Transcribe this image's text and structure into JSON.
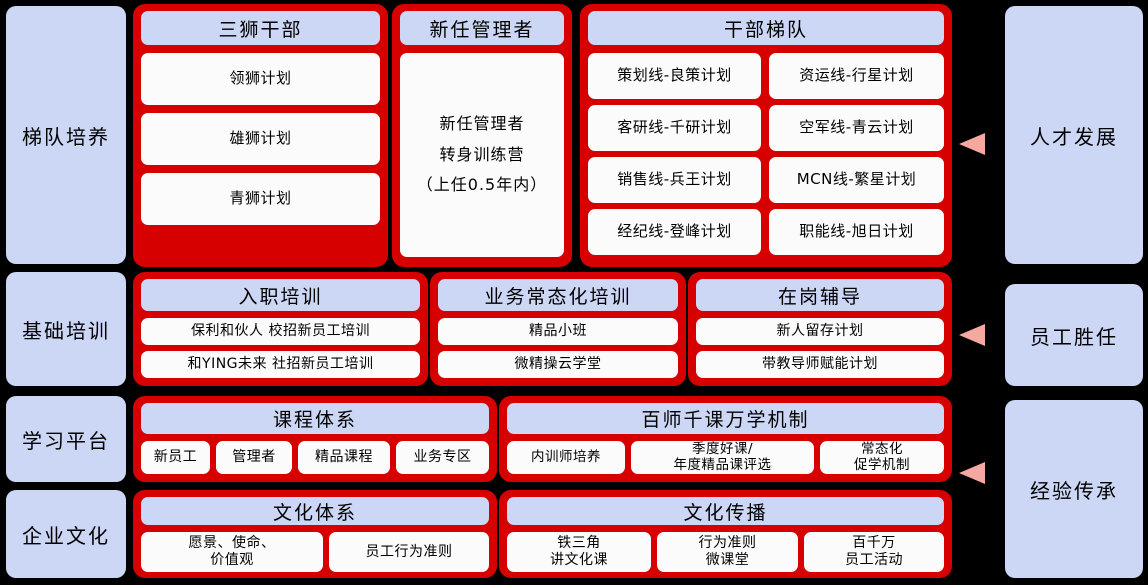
{
  "left_column": [
    {
      "label": "梯队培养"
    },
    {
      "label": "基础培训"
    },
    {
      "label": "学习平台"
    },
    {
      "label": "企业文化"
    }
  ],
  "right_column": [
    {
      "label": "人才发展"
    },
    {
      "label": "员工胜任"
    },
    {
      "label": "经验传承"
    }
  ],
  "row1": {
    "groups": [
      {
        "title": "三狮干部",
        "items": [
          "领狮计划",
          "雄狮计划",
          "青狮计划"
        ]
      },
      {
        "title": "新任管理者",
        "items": [
          "新任管理者\n转身训练营\n（上任0.5年内）"
        ]
      },
      {
        "title": "干部梯队",
        "items_left": [
          "策划线-良策计划",
          "客研线-千研计划",
          "销售线-兵王计划",
          "经纪线-登峰计划"
        ],
        "items_right": [
          "资运线-行星计划",
          "空军线-青云计划",
          "MCN线-繁星计划",
          "职能线-旭日计划"
        ]
      }
    ]
  },
  "row2": {
    "groups": [
      {
        "title": "入职培训",
        "items": [
          "保利和伙人 校招新员工培训",
          "和YING未来 社招新员工培训"
        ]
      },
      {
        "title": "业务常态化培训",
        "items": [
          "精品小班",
          "微精操云学堂"
        ]
      },
      {
        "title": "在岗辅导",
        "items": [
          "新人留存计划",
          "带教导师赋能计划"
        ]
      }
    ]
  },
  "row3": {
    "groups": [
      {
        "title": "课程体系",
        "items": [
          "新员工",
          "管理者",
          "精品课程",
          "业务专区"
        ]
      },
      {
        "title": "百师千课万学机制",
        "items": [
          "内训师培养",
          "季度好课/\n年度精品课评选",
          "常态化\n促学机制"
        ]
      }
    ]
  },
  "row4": {
    "groups": [
      {
        "title": "文化体系",
        "items": [
          "愿景、使命、\n价值观",
          "员工行为准则"
        ]
      },
      {
        "title": "文化传播",
        "items": [
          "铁三角\n讲文化课",
          "行为准则\n微课堂",
          "百千万\n员工活动"
        ]
      }
    ]
  },
  "colors": {
    "background": "#000000",
    "pill_fill": "#ccd6f5",
    "box_border": "#d60000",
    "box_fill": "#fbfbfb",
    "arrow": "#f5a8a0"
  }
}
